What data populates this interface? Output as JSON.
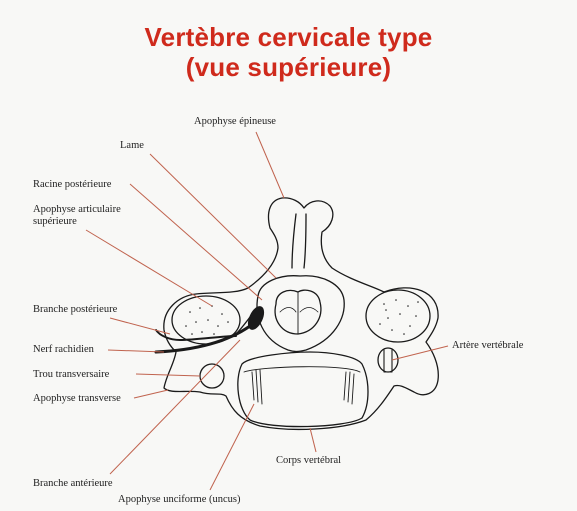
{
  "title": {
    "line1": "Vertèbre cervicale type",
    "line2": "(vue supérieure)"
  },
  "labels": {
    "apophyse_epineuse": "Apophyse épineuse",
    "lame": "Lame",
    "racine_posterieure": "Racine postérieure",
    "apophyse_articulaire_superieure": "Apophyse articulaire supérieure",
    "branche_posterieure": "Branche postérieure",
    "nerf_rachidien": "Nerf rachidien",
    "trou_transversaire": "Trou transversaire",
    "apophyse_transverse": "Apophyse transverse",
    "artere_vertebrale": "Artère vertébrale",
    "corps_vertebral": "Corps vertébral",
    "branche_anterieure": "Branche antérieure",
    "apophyse_unciforme": "Apophyse unciforme (uncus)"
  },
  "colors": {
    "title": "#cf2a1c",
    "leader_lines": "#c0634e",
    "outline": "#1a1a1a"
  }
}
